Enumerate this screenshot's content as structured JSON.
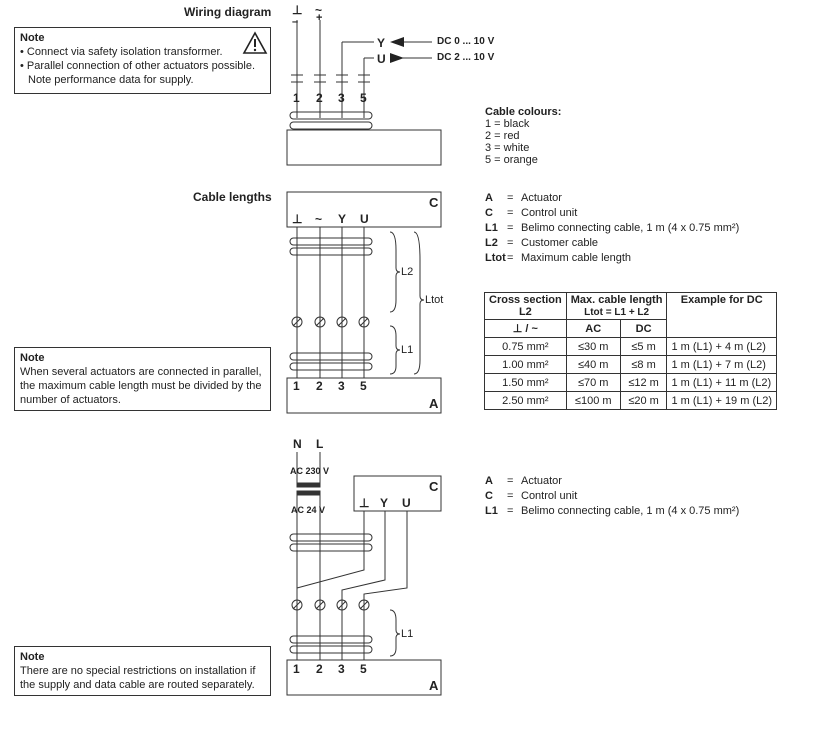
{
  "headings": {
    "wiring": "Wiring diagram",
    "cable_lengths": "Cable lengths"
  },
  "note1": {
    "title": "Note",
    "items": [
      "Connect via safety isolation transformer.",
      "Parallel connection of other actuators possible. Note performance data for supply."
    ]
  },
  "note2": {
    "title": "Note",
    "text": "When several actuators are connected in parallel, the maximum cable length must be divided by the number of actuators."
  },
  "note3": {
    "title": "Note",
    "text": "There are no special restrictions on installation if the supply and data cable are routed separately."
  },
  "diagram1": {
    "top_symbols": [
      "⊥",
      "~"
    ],
    "terminals": [
      "1",
      "2",
      "3",
      "5"
    ],
    "signals": [
      {
        "label": "Y",
        "value": "DC 0 ... 10 V"
      },
      {
        "label": "U",
        "value": "DC 2 ... 10 V"
      }
    ]
  },
  "colours": {
    "title": "Cable colours:",
    "items": [
      "1 = black",
      "2 = red",
      "3 = white",
      "5 = orange"
    ]
  },
  "diagram2": {
    "box_c": "C",
    "box_a": "A",
    "top_labels": [
      "⊥",
      "~",
      "Y",
      "U"
    ],
    "terminals": [
      "1",
      "2",
      "3",
      "5"
    ],
    "l2": "L2",
    "l1": "L1",
    "ltot": "Ltot"
  },
  "legend1": [
    {
      "k": "A",
      "v": "Actuator"
    },
    {
      "k": "C",
      "v": "Control unit"
    },
    {
      "k": "L1",
      "v": "Belimo connecting cable, 1 m (4 x 0.75 mm²)"
    },
    {
      "k": "L2",
      "v": "Customer cable"
    },
    {
      "k": "Ltot",
      "v": "Maximum cable length"
    }
  ],
  "table": {
    "h_cross": "Cross section",
    "h_cross_sub": "L2",
    "h_cross_sym": "⊥ / ~",
    "h_max": "Max. cable length",
    "h_max_sub": "Ltot = L1 + L2",
    "h_ac": "AC",
    "h_dc": "DC",
    "h_ex": "Example for DC",
    "rows": [
      {
        "cs": "0.75 mm²",
        "ac": "≤30 m",
        "dc": "≤5 m",
        "ex": "1 m (L1) + 4 m (L2)"
      },
      {
        "cs": "1.00 mm²",
        "ac": "≤40 m",
        "dc": "≤8 m",
        "ex": "1 m (L1) + 7 m (L2)"
      },
      {
        "cs": "1.50 mm²",
        "ac": "≤70 m",
        "dc": "≤12 m",
        "ex": "1 m (L1) + 11 m (L2)"
      },
      {
        "cs": "2.50 mm²",
        "ac": "≤100 m",
        "dc": "≤20 m",
        "ex": "1 m (L1) + 19 m (L2)"
      }
    ]
  },
  "diagram3": {
    "n": "N",
    "l": "L",
    "ac230": "AC 230 V",
    "ac24": "AC 24 V",
    "box_c": "C",
    "box_a": "A",
    "c_labels": [
      "⊥",
      "Y",
      "U"
    ],
    "terminals": [
      "1",
      "2",
      "3",
      "5"
    ],
    "l1": "L1"
  },
  "legend2": [
    {
      "k": "A",
      "v": "Actuator"
    },
    {
      "k": "C",
      "v": "Control unit"
    },
    {
      "k": "L1",
      "v": "Belimo connecting cable, 1 m (4 x 0.75 mm²)"
    }
  ]
}
